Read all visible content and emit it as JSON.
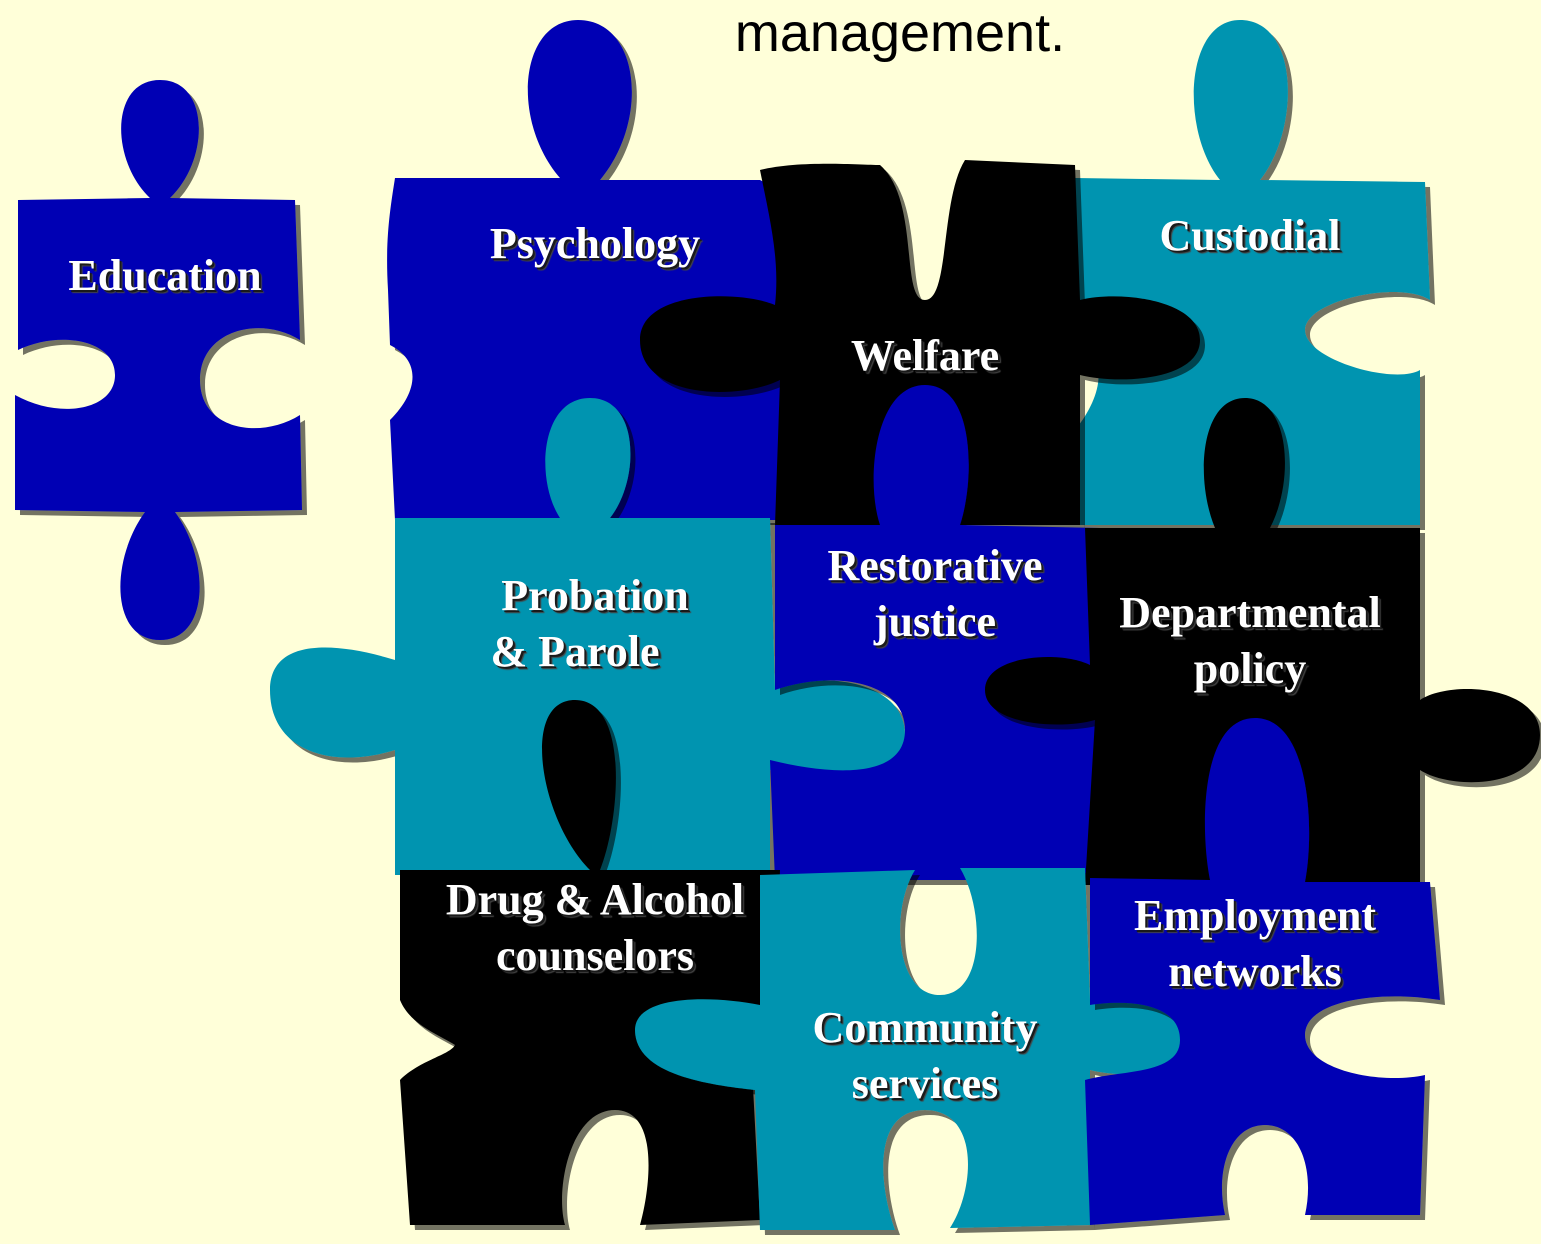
{
  "heading": {
    "text": "management."
  },
  "colors": {
    "background": "#FFFFD9",
    "blue": "#0000B4",
    "teal": "#0094B0",
    "black": "#000000",
    "label": "#FFFFFF"
  },
  "pieces": [
    {
      "id": "education",
      "label": [
        "Education"
      ],
      "color": "blue"
    },
    {
      "id": "psychology",
      "label": [
        "Psychology"
      ],
      "color": "blue"
    },
    {
      "id": "welfare",
      "label": [
        "Welfare"
      ],
      "color": "black"
    },
    {
      "id": "custodial",
      "label": [
        "Custodial"
      ],
      "color": "teal"
    },
    {
      "id": "probation",
      "label": [
        "Probation",
        "& Parole"
      ],
      "color": "teal"
    },
    {
      "id": "restorative",
      "label": [
        "Restorative",
        "justice"
      ],
      "color": "blue"
    },
    {
      "id": "departmental",
      "label": [
        "Departmental",
        "policy"
      ],
      "color": "black"
    },
    {
      "id": "drug",
      "label": [
        "Drug & Alcohol",
        "counselors"
      ],
      "color": "black"
    },
    {
      "id": "community",
      "label": [
        "Community",
        "services"
      ],
      "color": "teal"
    },
    {
      "id": "employment",
      "label": [
        "Employment",
        "networks"
      ],
      "color": "blue"
    }
  ]
}
